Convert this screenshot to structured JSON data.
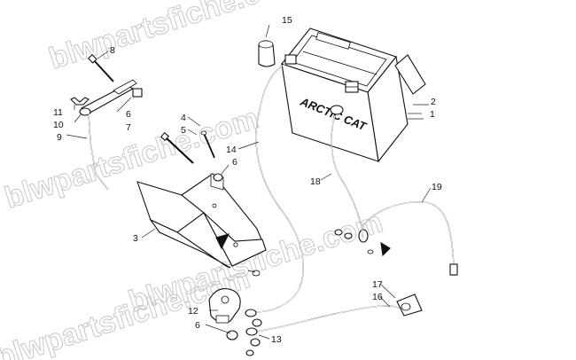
{
  "watermark": {
    "text": "blwpartsfiche.com"
  },
  "battery": {
    "brand_text": "ARCTIC CAT"
  },
  "callouts": [
    {
      "id": "1",
      "label": "1"
    },
    {
      "id": "2",
      "label": "2"
    },
    {
      "id": "3",
      "label": "3"
    },
    {
      "id": "4",
      "label": "4"
    },
    {
      "id": "5",
      "label": "5"
    },
    {
      "id": "6a",
      "label": "6"
    },
    {
      "id": "6b",
      "label": "6"
    },
    {
      "id": "6c",
      "label": "6"
    },
    {
      "id": "7",
      "label": "7"
    },
    {
      "id": "8",
      "label": "8"
    },
    {
      "id": "9",
      "label": "9"
    },
    {
      "id": "10",
      "label": "10"
    },
    {
      "id": "11",
      "label": "11"
    },
    {
      "id": "12",
      "label": "12"
    },
    {
      "id": "13",
      "label": "13"
    },
    {
      "id": "14",
      "label": "14"
    },
    {
      "id": "15",
      "label": "15"
    },
    {
      "id": "16",
      "label": "16"
    },
    {
      "id": "17",
      "label": "17"
    },
    {
      "id": "18",
      "label": "18"
    },
    {
      "id": "19",
      "label": "19"
    }
  ]
}
